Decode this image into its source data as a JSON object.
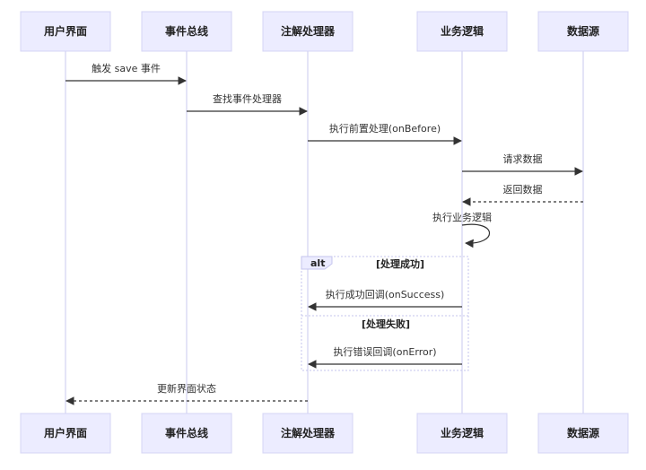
{
  "actors": [
    {
      "label": "用户界面"
    },
    {
      "label": "事件总线"
    },
    {
      "label": "注解处理器"
    },
    {
      "label": "业务逻辑"
    },
    {
      "label": "数据源"
    }
  ],
  "messages": [
    {
      "from": 0,
      "to": 1,
      "text": "触发 save 事件",
      "style": "solid"
    },
    {
      "from": 1,
      "to": 2,
      "text": "查找事件处理器",
      "style": "solid"
    },
    {
      "from": 2,
      "to": 3,
      "text": "执行前置处理(onBefore)",
      "style": "solid"
    },
    {
      "from": 3,
      "to": 4,
      "text": "请求数据",
      "style": "solid"
    },
    {
      "from": 4,
      "to": 3,
      "text": "返回数据",
      "style": "dashed"
    },
    {
      "from": 3,
      "to": 3,
      "text": "执行业务逻辑",
      "style": "solid"
    },
    {
      "from": 3,
      "to": 2,
      "text": "执行成功回调(onSuccess)",
      "style": "solid"
    },
    {
      "from": 3,
      "to": 2,
      "text": "执行错误回调(onError)",
      "style": "solid"
    },
    {
      "from": 2,
      "to": 0,
      "text": "更新界面状态",
      "style": "dashed"
    }
  ],
  "alt_block": {
    "label": "alt",
    "condition_1": "[处理成功]",
    "condition_2": "[处理失败]"
  },
  "colors": {
    "actor_fill": "#ececff",
    "actor_stroke": "#d4d4f5",
    "lifeline": "#c9c9ef",
    "message": "#333333"
  }
}
